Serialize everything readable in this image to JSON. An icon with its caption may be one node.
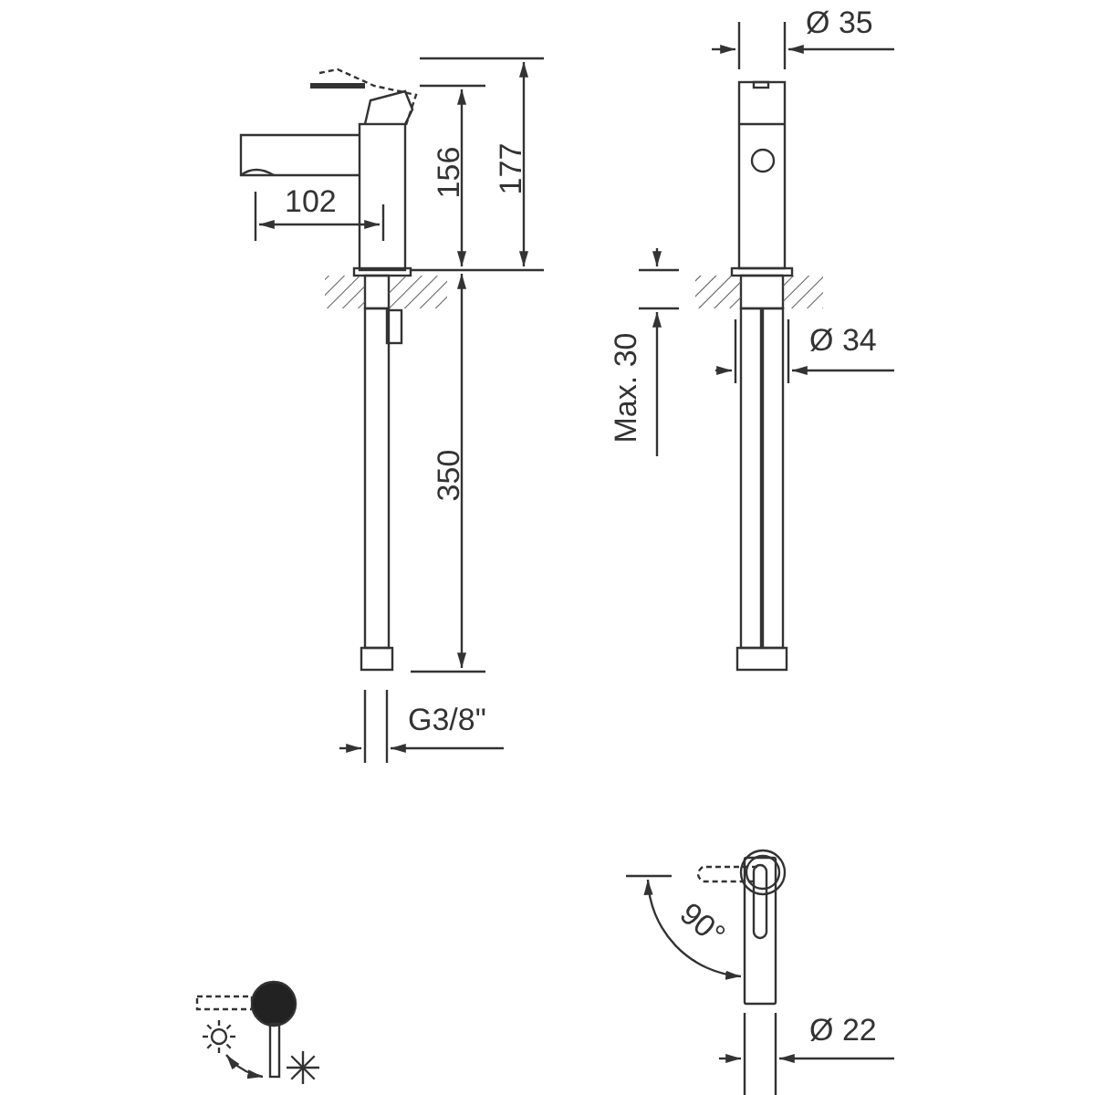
{
  "diagram": {
    "labels": [
      "Ø 35",
      "177",
      "156",
      "102",
      "Max. 30",
      "Ø 34",
      "350",
      "G3/8\"",
      "90°",
      "Ø 22"
    ]
  }
}
